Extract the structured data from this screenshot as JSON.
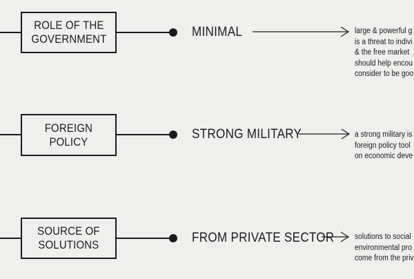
{
  "rows": [
    {
      "category": "ROLE OF THE\nGOVERNMENT",
      "value": "MINIMAL",
      "description": "large & powerful g\nis a threat to indivi\n& the free market\nshould help encou\nconsider to be goo"
    },
    {
      "category": "FOREIGN\nPOLICY",
      "value": "STRONG MILITARY",
      "description": "a strong military is\nforeign policy tool\non economic deve"
    },
    {
      "category": "SOURCE OF\nSOLUTIONS",
      "value": "FROM PRIVATE SECTOR",
      "description": "solutions to social\nenvironmental pro\ncome from the priv"
    }
  ],
  "icons": {
    "connector_dot": "bullet-dot-icon",
    "arrow": "right-arrow-icon"
  },
  "colors": {
    "background": "#efefee",
    "ink": "#1a1a1a"
  }
}
